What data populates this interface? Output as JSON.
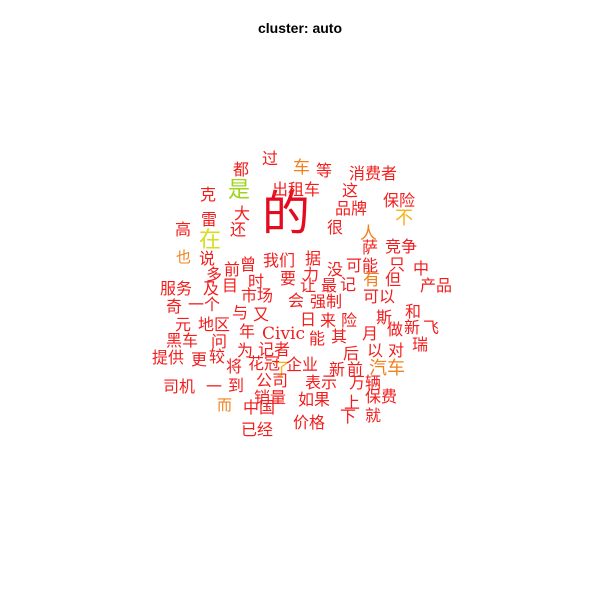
{
  "title": "cluster: auto",
  "colors": {
    "red": "#f21d1d",
    "deep_red": "#e40a1f",
    "orange": "#f0821e",
    "yellow_orange": "#f4b41c",
    "yellow_green": "#9ed41c"
  },
  "words": [
    {
      "text": "的",
      "color": "#e40a1f"
    },
    {
      "text": "是",
      "color": "#9ed41c"
    },
    {
      "text": "在",
      "color": "#d6dd1d"
    },
    {
      "text": "不",
      "color": "#f4b41c"
    },
    {
      "text": "人",
      "color": "#f0821e"
    },
    {
      "text": "有",
      "color": "#f0821e"
    },
    {
      "text": "了",
      "color": "#f4b41c"
    },
    {
      "text": "车",
      "color": "#f0821e"
    },
    {
      "text": "也",
      "color": "#f0821e"
    },
    {
      "text": "而",
      "color": "#f0821e"
    },
    {
      "text": "过",
      "color": "#f21d1d"
    },
    {
      "text": "都",
      "color": "#f21d1d"
    },
    {
      "text": "等",
      "color": "#f21d1d"
    },
    {
      "text": "消费者",
      "color": "#f21d1d"
    },
    {
      "text": "出租车",
      "color": "#f21d1d"
    },
    {
      "text": "这",
      "color": "#f21d1d"
    },
    {
      "text": "克",
      "color": "#f21d1d"
    },
    {
      "text": "保险",
      "color": "#f21d1d"
    },
    {
      "text": "大",
      "color": "#f21d1d"
    },
    {
      "text": "品牌",
      "color": "#f21d1d"
    },
    {
      "text": "高",
      "color": "#f21d1d"
    },
    {
      "text": "雷",
      "color": "#f21d1d"
    },
    {
      "text": "还",
      "color": "#f21d1d"
    },
    {
      "text": "很",
      "color": "#f21d1d"
    },
    {
      "text": "竞争",
      "color": "#f21d1d"
    },
    {
      "text": "说",
      "color": "#f21d1d"
    },
    {
      "text": "曾",
      "color": "#f21d1d"
    },
    {
      "text": "我们",
      "color": "#f21d1d"
    },
    {
      "text": "据",
      "color": "#f21d1d"
    },
    {
      "text": "萨",
      "color": "#f21d1d"
    },
    {
      "text": "可能",
      "color": "#f21d1d"
    },
    {
      "text": "只",
      "color": "#f21d1d"
    },
    {
      "text": "多",
      "color": "#f21d1d"
    },
    {
      "text": "前",
      "color": "#f21d1d"
    },
    {
      "text": "目",
      "color": "#f21d1d"
    },
    {
      "text": "时",
      "color": "#f21d1d"
    },
    {
      "text": "要",
      "color": "#f21d1d"
    },
    {
      "text": "力",
      "color": "#f21d1d"
    },
    {
      "text": "没",
      "color": "#f21d1d"
    },
    {
      "text": "中",
      "color": "#f21d1d"
    },
    {
      "text": "服务",
      "color": "#f21d1d"
    },
    {
      "text": "及",
      "color": "#f21d1d"
    },
    {
      "text": "让",
      "color": "#f21d1d"
    },
    {
      "text": "最",
      "color": "#f21d1d"
    },
    {
      "text": "记",
      "color": "#f21d1d"
    },
    {
      "text": "但",
      "color": "#f21d1d"
    },
    {
      "text": "产品",
      "color": "#f21d1d"
    },
    {
      "text": "市场",
      "color": "#f21d1d"
    },
    {
      "text": "会",
      "color": "#f21d1d"
    },
    {
      "text": "强制",
      "color": "#f21d1d"
    },
    {
      "text": "可以",
      "color": "#f21d1d"
    },
    {
      "text": "奇",
      "color": "#f21d1d"
    },
    {
      "text": "一个",
      "color": "#f21d1d"
    },
    {
      "text": "与",
      "color": "#f21d1d"
    },
    {
      "text": "斯",
      "color": "#f21d1d"
    },
    {
      "text": "和",
      "color": "#f21d1d"
    },
    {
      "text": "元",
      "color": "#f21d1d"
    },
    {
      "text": "地区",
      "color": "#f21d1d"
    },
    {
      "text": "又",
      "color": "#f21d1d"
    },
    {
      "text": "日",
      "color": "#f21d1d"
    },
    {
      "text": "来",
      "color": "#f21d1d"
    },
    {
      "text": "险",
      "color": "#f21d1d"
    },
    {
      "text": "新",
      "color": "#f21d1d"
    },
    {
      "text": "飞",
      "color": "#f21d1d"
    },
    {
      "text": "黑车",
      "color": "#f21d1d"
    },
    {
      "text": "问",
      "color": "#f21d1d"
    },
    {
      "text": "年",
      "color": "#f21d1d"
    },
    {
      "text": "Civic",
      "color": "#f21d1d"
    },
    {
      "text": "能",
      "color": "#f21d1d"
    },
    {
      "text": "其",
      "color": "#f21d1d"
    },
    {
      "text": "月",
      "color": "#f21d1d"
    },
    {
      "text": "做",
      "color": "#f21d1d"
    },
    {
      "text": "瑞",
      "color": "#f21d1d"
    },
    {
      "text": "提供",
      "color": "#f21d1d"
    },
    {
      "text": "更",
      "color": "#f21d1d"
    },
    {
      "text": "较",
      "color": "#f21d1d"
    },
    {
      "text": "为",
      "color": "#f21d1d"
    },
    {
      "text": "记者",
      "color": "#f21d1d"
    },
    {
      "text": "后",
      "color": "#f21d1d"
    },
    {
      "text": "以",
      "color": "#f21d1d"
    },
    {
      "text": "对",
      "color": "#f21d1d"
    },
    {
      "text": "将",
      "color": "#f21d1d"
    },
    {
      "text": "花冠",
      "color": "#f21d1d"
    },
    {
      "text": "企业",
      "color": "#f21d1d"
    },
    {
      "text": "新",
      "color": "#f21d1d"
    },
    {
      "text": "前",
      "color": "#f21d1d"
    },
    {
      "text": "汽车",
      "color": "#f0821e"
    },
    {
      "text": "司机",
      "color": "#f21d1d"
    },
    {
      "text": "一",
      "color": "#f21d1d"
    },
    {
      "text": "到",
      "color": "#f21d1d"
    },
    {
      "text": "公司",
      "color": "#f21d1d"
    },
    {
      "text": "表示",
      "color": "#f21d1d"
    },
    {
      "text": "万辆",
      "color": "#f21d1d"
    },
    {
      "text": "中国",
      "color": "#f21d1d"
    },
    {
      "text": "销量",
      "color": "#f21d1d"
    },
    {
      "text": "如果",
      "color": "#f21d1d"
    },
    {
      "text": "上",
      "color": "#f21d1d"
    },
    {
      "text": "保费",
      "color": "#f21d1d"
    },
    {
      "text": "下",
      "color": "#f21d1d"
    },
    {
      "text": "就",
      "color": "#f21d1d"
    },
    {
      "text": "已经",
      "color": "#f21d1d"
    },
    {
      "text": "价格",
      "color": "#f21d1d"
    }
  ]
}
